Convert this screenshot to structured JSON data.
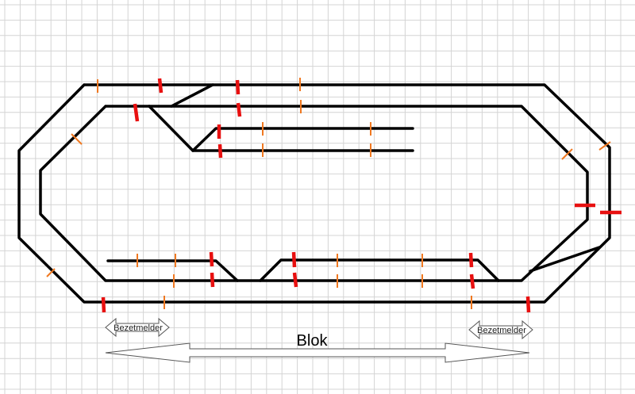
{
  "diagram": {
    "labels": {
      "detector_left": "Bezetmelder",
      "detector_right": "Bezetmelder",
      "block": "Blok"
    },
    "colors": {
      "background": "#ffffff",
      "grid": "#d4d4d4",
      "track": "#000000",
      "isolation_gap": "#e81010",
      "track_joint": "#f07820",
      "arrow_outline": "#555555"
    }
  }
}
